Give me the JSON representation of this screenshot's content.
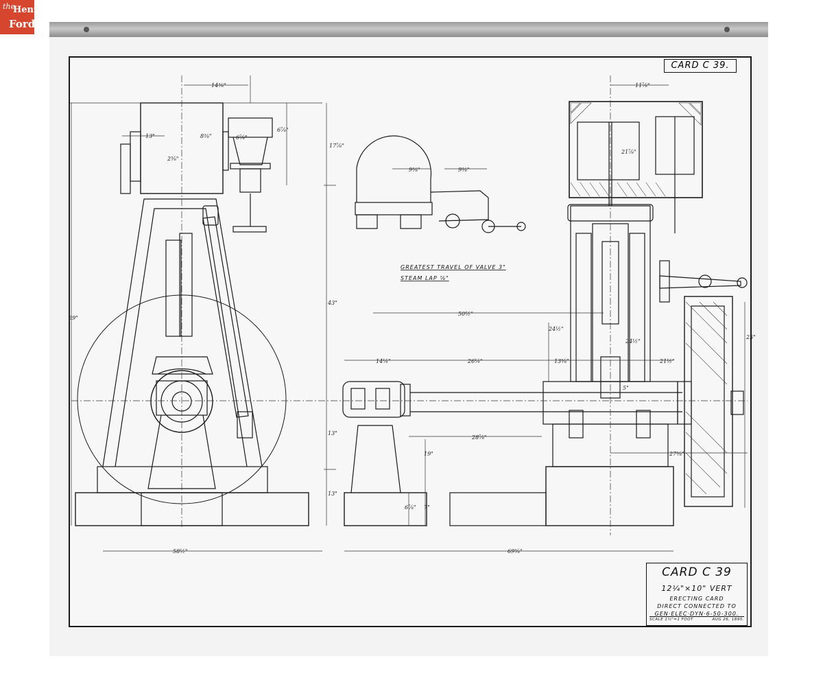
{
  "logo": {
    "the": "the",
    "henry": "Henry",
    "ford": "Ford"
  },
  "card_label": "CARD C 39.",
  "notes": {
    "travel": "GREATEST TRAVEL OF VALVE 3\"",
    "lap": "STEAM LAP ⅞\""
  },
  "title_block": {
    "card": "CARD C 39",
    "size": "12¼\"×10\" VERT",
    "line1": "ERECTING CARD",
    "line2": "DIRECT CONNECTED TO",
    "line3": "GEN·ELEC·DYN·6-50-300.",
    "scale": "SCALE 1½\"=1 FOOT",
    "date": "AUG 26, 1895."
  },
  "dimensions": {
    "d_14": "14⅜\"",
    "d_13": "13\"",
    "d_8": "8⅜\"",
    "d_6s": "6⅞\"",
    "d_6t": "6⅞\"",
    "d_17": "17⅞\"",
    "d_24": "2⅝\"",
    "d_89": "89\"",
    "d_43": "43\"",
    "d_13b": "13\"",
    "d_13c": "13\"",
    "d_58": "58½\"",
    "d_69": "69⅝\"",
    "d_9a": "9⅜\"",
    "d_9b": "9⅜\"",
    "d_50": "50½\"",
    "d_14b": "14¼\"",
    "d_26": "26¼\"",
    "d_13d": "13⅝\"",
    "d_21": "21½\"",
    "d_28": "28⅞\"",
    "d_19": "19\"",
    "d_7": "7\"",
    "d_6b": "6⅞\"",
    "d_27": "27⅝\"",
    "d_24b": "24½\"",
    "d_25": "25\"",
    "d_11": "11⅞\"",
    "d_21b": "21⅞\"",
    "d_5": "5\"",
    "d_24c": "24½\""
  }
}
